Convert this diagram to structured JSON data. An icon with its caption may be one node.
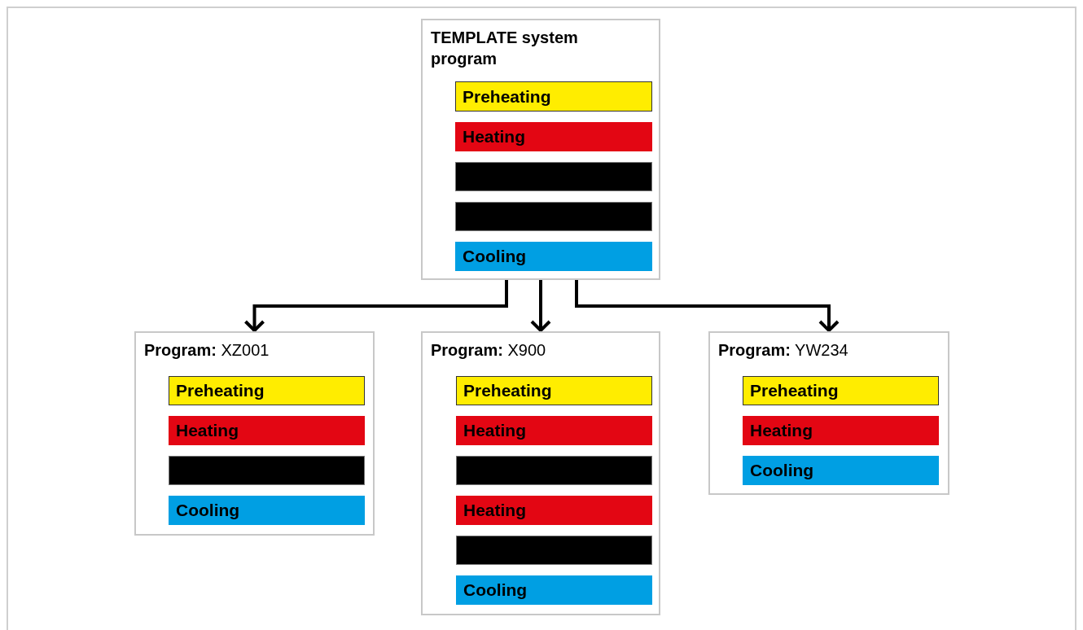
{
  "diagram": {
    "nodes": [
      {
        "text": [
          "TEMPLATE system program"
        ]
      },
      {
        "text": [
          "Preheating"
        ],
        "in": 0
      },
      {
        "text": [
          "Heating"
        ],
        "in": 0
      },
      {
        "text": [],
        "shape": "bar",
        "in": 0
      },
      {
        "text": [],
        "shape": "bar",
        "in": 0
      },
      {
        "text": [
          "Cooling"
        ],
        "in": 0
      },
      {
        "text": [
          "**Program:** XZ001"
        ]
      },
      {
        "text": [
          "Preheating"
        ],
        "in": 6
      },
      {
        "text": [
          "Heating"
        ],
        "in": 6
      },
      {
        "text": [],
        "shape": "bar",
        "in": 6
      },
      {
        "text": [
          "Cooling"
        ],
        "in": 6
      },
      {
        "text": [
          "**Program:** X900"
        ]
      },
      {
        "text": [
          "Preheating"
        ],
        "in": 11
      },
      {
        "text": [
          "Heating"
        ],
        "in": 11
      },
      {
        "text": [],
        "shape": "bar",
        "in": 11
      },
      {
        "text": [
          "Heating"
        ],
        "in": 11
      },
      {
        "text": [],
        "shape": "bar",
        "in": 11
      },
      {
        "text": [
          "Cooling"
        ],
        "in": 11
      },
      {
        "text": [
          "**Program:** YW234"
        ]
      },
      {
        "text": [
          "Preheating"
        ],
        "in": 18
      },
      {
        "text": [
          "Heating"
        ],
        "in": 18
      },
      {
        "text": [
          "Cooling"
        ],
        "in": 18
      }
    ],
    "edges": [
      {
        "from": 0,
        "to": 6,
        "arrow": "to"
      },
      {
        "from": 0,
        "to": 11,
        "arrow": "to"
      },
      {
        "from": 0,
        "to": 18,
        "arrow": "to"
      }
    ]
  }
}
